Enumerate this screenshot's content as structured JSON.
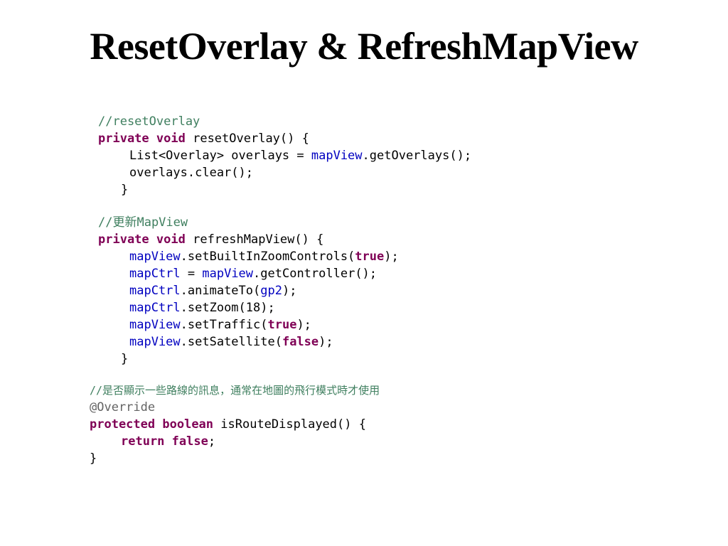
{
  "slide": {
    "title": "ResetOverlay & RefreshMapView"
  },
  "code": {
    "block1": {
      "comment": "//resetOverlay",
      "decl_kw1": "private",
      "decl_kw2": "void",
      "decl_rest": " resetOverlay() {",
      "l1_a": "List<Overlay> overlays = ",
      "l1_field": "mapView",
      "l1_b": ".getOverlays();",
      "l2": "overlays.clear();",
      "close": "}"
    },
    "block2": {
      "comment": "//更新MapView",
      "decl_kw1": "private",
      "decl_kw2": "void",
      "decl_rest": " refreshMapView() {",
      "l1_field": "mapView",
      "l1_b": ".setBuiltInZoomControls(",
      "l1_kw": "true",
      "l1_c": ");",
      "l2_field": "mapCtrl",
      "l2_b": " = ",
      "l2_field2": "mapView",
      "l2_c": ".getController();",
      "l3_field": "mapCtrl",
      "l3_b": ".animateTo(",
      "l3_field2": "gp2",
      "l3_c": ");",
      "l4_field": "mapCtrl",
      "l4_b": ".setZoom(18);",
      "l5_field": "mapView",
      "l5_b": ".setTraffic(",
      "l5_kw": "true",
      "l5_c": ");",
      "l6_field": "mapView",
      "l6_b": ".setSatellite(",
      "l6_kw": "false",
      "l6_c": ");",
      "close": "}"
    },
    "block3": {
      "comment": "//是否顯示一些路線的訊息，通常在地圖的飛行模式時才使用",
      "annotation": "@Override",
      "decl_kw1": "protected",
      "decl_kw2": "boolean",
      "decl_rest": " isRouteDisplayed() {",
      "ret_kw1": "return",
      "ret_kw2": "false",
      "ret_end": ";",
      "close": "}"
    }
  }
}
